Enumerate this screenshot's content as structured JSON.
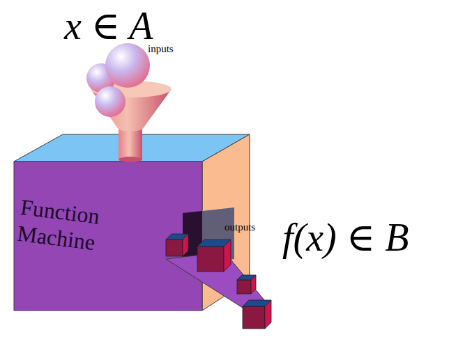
{
  "diagram": {
    "nodes": [
      {
        "text": [
          "Function Machine"
        ]
      }
    ],
    "labels": [
      "x ∈ A",
      "inputs",
      "outputs",
      "f(x) ∈ B"
    ]
  }
}
